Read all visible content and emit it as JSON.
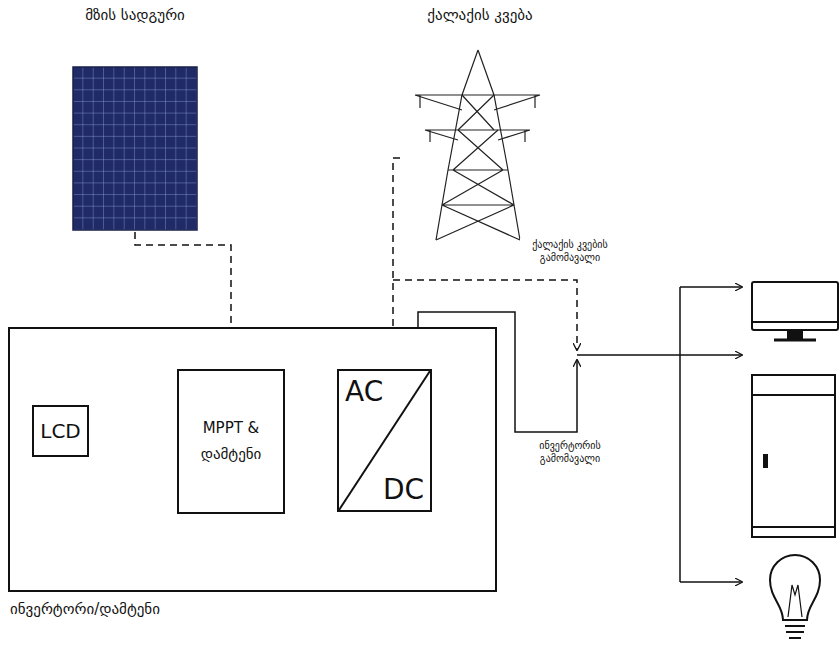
{
  "diagram": {
    "nodes": [
      {
        "text": [
          "მზის სადგური"
        ]
      },
      {
        "text": [
          "ქალაქის კვება"
        ]
      },
      {
        "text": [
          "ინვერტორი/დამტენი"
        ]
      },
      {
        "text": [
          "LCD"
        ],
        "in": 2
      },
      {
        "text": [
          "MPPT & დამტენი"
        ],
        "in": 2
      },
      {
        "text": [
          "AC",
          "DC"
        ],
        "in": 2
      }
    ],
    "edges": [
      {
        "from": 0,
        "to": 4,
        "arrow": "to"
      },
      {
        "from": 1,
        "to": 5,
        "arrow": "to"
      },
      {
        "from": 3,
        "to": 4,
        "arrow": "both"
      },
      {
        "from": 4,
        "to": 5,
        "arrow": "to"
      }
    ],
    "labels": [
      "ქალაქის კვების გამომავალი",
      "ინვერტორის გამომავალი"
    ]
  }
}
